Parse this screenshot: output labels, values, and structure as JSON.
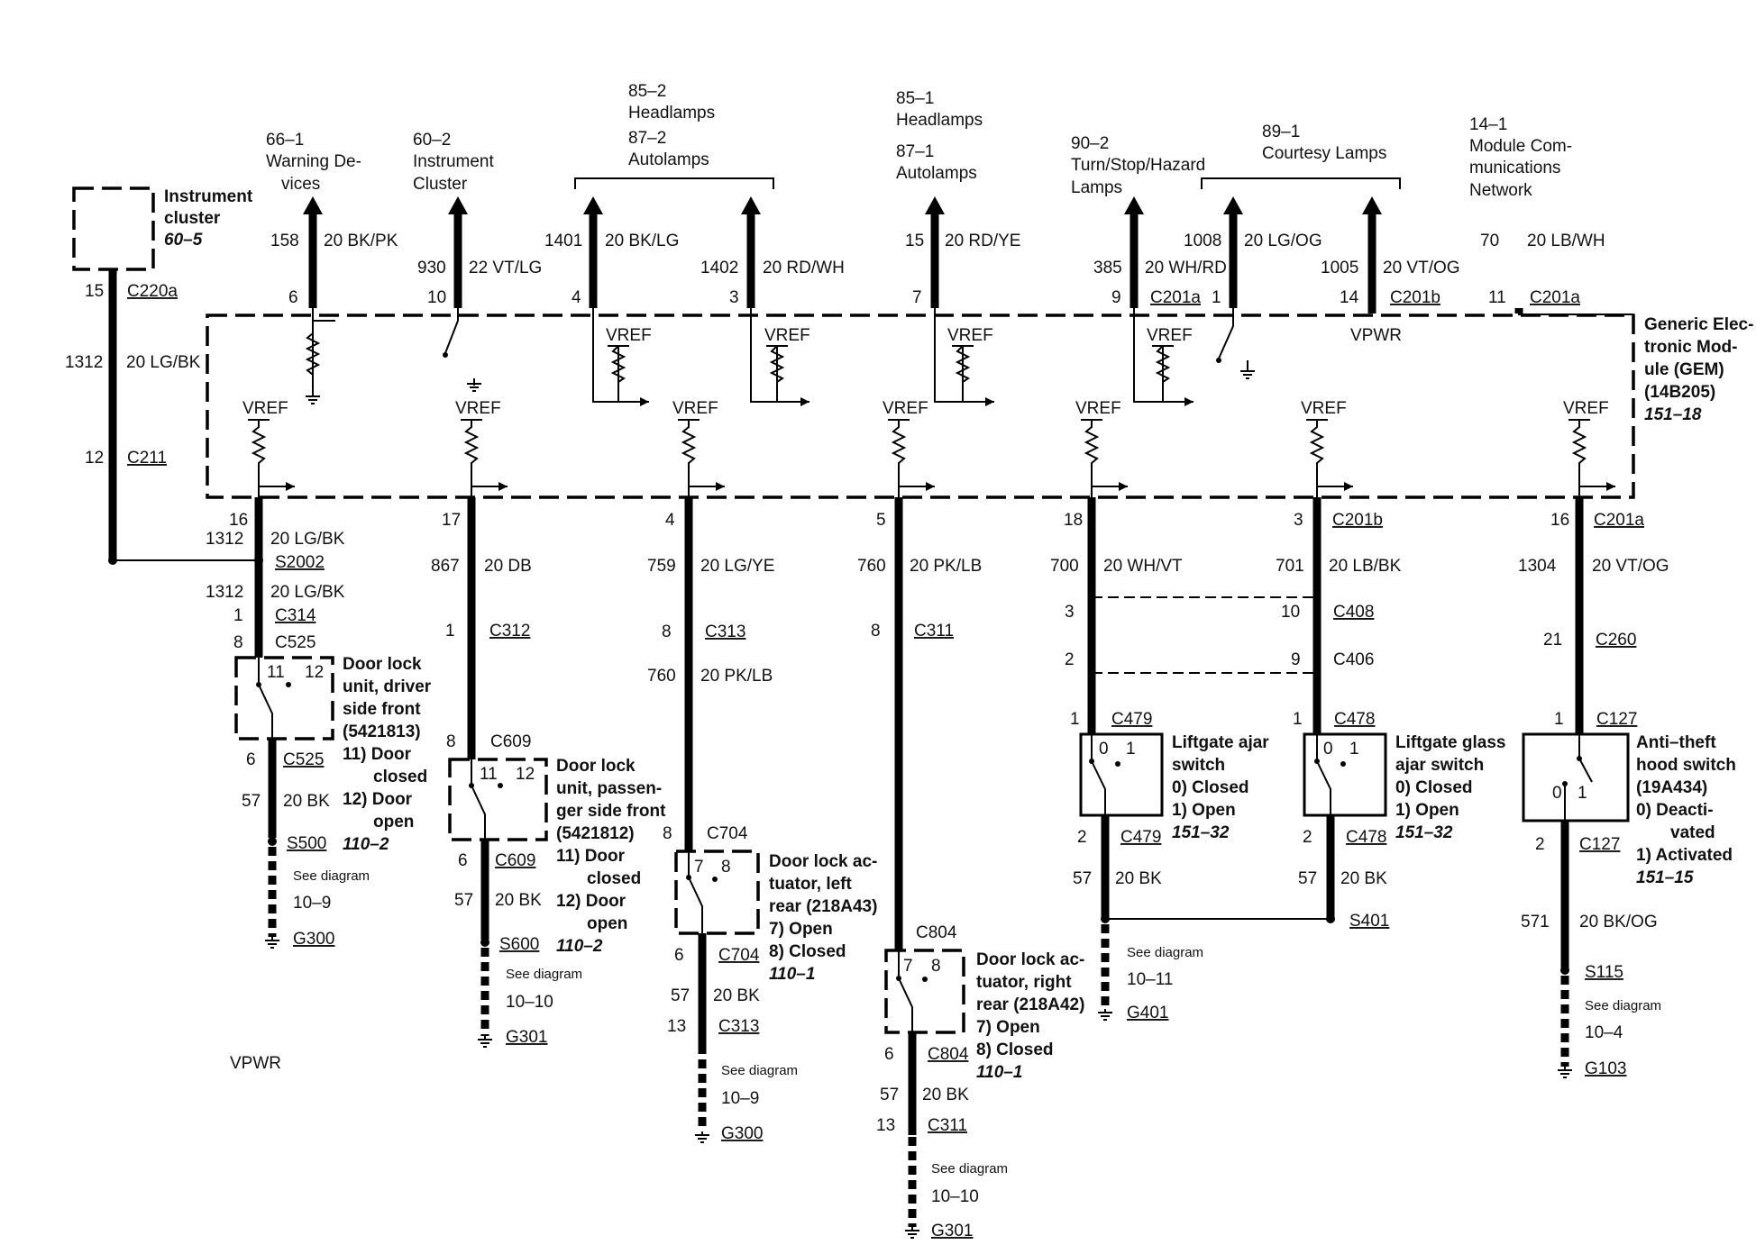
{
  "outputs": [
    {
      "ref": [
        "66–1",
        "Warning De-",
        "vices"
      ],
      "circuit": "158",
      "wire": "20 BK/PK",
      "pin": "6"
    },
    {
      "ref": [
        "60–2",
        "Instrument",
        "Cluster"
      ],
      "circuit": "930",
      "wire": "22 VT/LG",
      "pin": "10"
    },
    {
      "circuit": "1401",
      "wire": "20 BK/LG",
      "pin": "4"
    },
    {
      "circuit": "1402",
      "wire": "20 RD/WH",
      "pin": "3"
    },
    {
      "circuit": "15",
      "wire": "20 RD/YE",
      "pin": "7"
    },
    {
      "ref": [
        "90–2",
        "Turn/Stop/Hazard",
        "Lamps"
      ],
      "circuit": "385",
      "wire": "20 WH/RD",
      "pin": "9",
      "conn": "C201a"
    },
    {
      "circuit": "1008",
      "wire": "20 LG/OG",
      "pin": "1"
    },
    {
      "circuit": "1005",
      "wire": "20 VT/OG",
      "pin": "14",
      "conn": "C201b"
    },
    {
      "ref": [
        "14–1",
        "Module Com-",
        "munications",
        "Network"
      ],
      "circuit": "70",
      "wire": "20 LB/WH",
      "pin": "11",
      "conn": "C201a"
    }
  ],
  "bracket_groups": [
    {
      "ref": [
        "85–2",
        "Headlamps",
        "87–2",
        "Autolamps"
      ]
    },
    {
      "ref": [
        "89–1",
        "Courtesy Lamps"
      ]
    }
  ],
  "headlamp_single": {
    "ref": [
      "85–1",
      "Headlamps",
      "87–1",
      "Autolamps"
    ]
  },
  "instrument_cluster": {
    "name": [
      "Instrument",
      "cluster"
    ],
    "ref": "60–5",
    "pin1": "15",
    "conn1": "C220a",
    "circuit": "1312",
    "wire": "20 LG/BK",
    "pin2": "12",
    "conn2": "C211"
  },
  "gem": {
    "name": [
      "Generic Elec-",
      "tronic Mod-",
      "ule (GEM)",
      "(14B205)"
    ],
    "ref": "151–18",
    "vpwr": "VPWR",
    "vref": "VREF"
  },
  "vpwr_label": "VPWR",
  "branches": {
    "driver": {
      "pin": "16",
      "circuit": "1312",
      "wire": "20 LG/BK",
      "splice": "S2002",
      "circuit2": "1312",
      "wire2": "20 LG/BK",
      "pinA": "1",
      "connA": "C314",
      "pinB": "8",
      "connB": "C525",
      "switch_pos": [
        "11",
        "12"
      ],
      "name": [
        "Door lock",
        "unit, driver",
        "side front",
        "(5421813)",
        "11)  Door",
        "closed",
        "12)  Door",
        "open"
      ],
      "ref": "110–2",
      "pinC": "6",
      "connC": "C525",
      "circuit3": "57",
      "wire3": "20 BK",
      "splice2": "S500",
      "see": "See diagram",
      "see_ref": "10–9",
      "ground": "G300"
    },
    "passenger": {
      "pin": "17",
      "circuit": "867",
      "wire": "20 DB",
      "pinA": "1",
      "connA": "C312",
      "pinB": "8",
      "connB": "C609",
      "switch_pos": [
        "11",
        "12"
      ],
      "name": [
        "Door lock",
        "unit, passen-",
        "ger side front",
        "(5421812)",
        "11)  Door",
        "closed",
        "12)  Door",
        "open"
      ],
      "ref": "110–2",
      "pinC": "6",
      "connC": "C609",
      "circuit3": "57",
      "wire3": "20 BK",
      "splice2": "S600",
      "see": "See diagram",
      "see_ref": "10–10",
      "ground": "G301"
    },
    "left_rear": {
      "pin": "4",
      "circuit": "759",
      "wire": "20 LG/YE",
      "pinA": "8",
      "connA": "C313",
      "circuit2": "760",
      "wire2": "20 PK/LB",
      "pinB": "8",
      "connB": "C704",
      "switch_pos": [
        "7",
        "8"
      ],
      "name": [
        "Door lock ac-",
        "tuator, left",
        "rear (218A43)",
        "7)   Open",
        "8)   Closed"
      ],
      "ref": "110–1",
      "pinC": "6",
      "connC": "C704",
      "circuit3": "57",
      "wire3": "20 BK",
      "pinD": "13",
      "connD": "C313",
      "see": "See diagram",
      "see_ref": "10–9",
      "ground": "G300"
    },
    "right_rear": {
      "pin": "5",
      "circuit": "760",
      "wire": "20 PK/LB",
      "pinA": "8",
      "connA": "C311",
      "connB": "C804",
      "switch_pos": [
        "7",
        "8"
      ],
      "name": [
        "Door lock ac-",
        "tuator, right",
        "rear (218A42)",
        "7)   Open",
        "8)   Closed"
      ],
      "ref": "110–1",
      "pinC": "6",
      "connC": "C804",
      "circuit3": "57",
      "wire3": "20 BK",
      "pinD": "13",
      "connD": "C311",
      "see": "See diagram",
      "see_ref": "10–10",
      "ground": "G301"
    },
    "liftgate": {
      "pin": "18",
      "circuit": "700",
      "wire": "20 WH/VT",
      "pinA": "3",
      "pinB": "2",
      "pinC": "1",
      "connC": "C479",
      "switch_pos": [
        "0",
        "1"
      ],
      "name": [
        "Liftgate ajar",
        "switch",
        "0)   Closed",
        "1)   Open"
      ],
      "ref": "151–32",
      "pinD": "2",
      "connD": "C479",
      "circuit3": "57",
      "wire3": "20 BK",
      "see": "See diagram",
      "see_ref": "10–11",
      "ground": "G401"
    },
    "liftgate_glass": {
      "pin": "3",
      "conn": "C201b",
      "circuit": "701",
      "wire": "20 LB/BK",
      "pinA": "10",
      "connA": "C408",
      "pinB": "9",
      "connB": "C406",
      "pinC": "1",
      "connC": "C478",
      "switch_pos": [
        "0",
        "1"
      ],
      "name": [
        "Liftgate glass",
        "ajar switch",
        "0)   Closed",
        "1)   Open"
      ],
      "ref": "151–32",
      "pinD": "2",
      "connD": "C478",
      "circuit3": "57",
      "wire3": "20 BK",
      "splice2": "S401"
    },
    "hood": {
      "pin": "16",
      "conn": "C201a",
      "circuit": "1304",
      "wire": "20 VT/OG",
      "pinA": "21",
      "connA": "C260",
      "pinC": "1",
      "connC": "C127",
      "switch_pos": [
        "0",
        "1"
      ],
      "name": [
        "Anti–theft",
        "hood switch",
        "(19A434)",
        "0)   Deacti-",
        "vated",
        "1)   Activated"
      ],
      "ref": "151–15",
      "pinD": "2",
      "connD": "C127",
      "circuit3": "571",
      "wire3": "20 BK/OG",
      "splice2": "S115",
      "see": "See diagram",
      "see_ref": "10–4",
      "ground": "G103"
    }
  }
}
